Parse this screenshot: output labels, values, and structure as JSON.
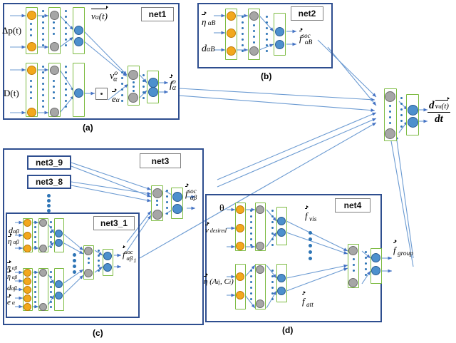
{
  "figure": {
    "title": "Neural network architecture diagram",
    "accent_blue_border": "#2E4E8F",
    "node_orange": "#F2A81D",
    "node_gray": "#A6A6A6",
    "node_blue": "#4D90CD",
    "layer_green": "#7DBB42",
    "wire_blue": "#4472C4"
  },
  "captions": {
    "a": "(a)",
    "b": "(b)",
    "c": "(c)",
    "d": "(d)"
  },
  "net1": {
    "tag": "net1",
    "inputs": [
      {
        "text": "Δp(t)"
      },
      {
        "text": "D(t)"
      }
    ],
    "intermediate_labels": [
      {
        "base": "v",
        "sub": "α",
        "arg": "(t)",
        "arrow": true
      },
      {
        "base": "v",
        "sub": "α",
        "sup": "o",
        "arrow": false
      },
      {
        "base": "e",
        "sub": "α",
        "arrow": true
      }
    ],
    "operator_box": "dot-product",
    "output": {
      "base": "f",
      "sub": "α",
      "sup": "o",
      "arrow": true
    }
  },
  "net2": {
    "tag": "net2",
    "inputs": [
      {
        "base": "η",
        "sub": "αB",
        "arrow": true
      },
      {
        "base": "d",
        "sub": "αB",
        "arrow": false
      }
    ],
    "output": {
      "base": "f",
      "sub": "αB",
      "sup": "soc",
      "arrow": true
    }
  },
  "net3": {
    "tag": "net3",
    "subnets": [
      {
        "tag": "net3_9"
      },
      {
        "tag": "net3_8"
      },
      {
        "tag": "net3_1"
      }
    ],
    "output": {
      "base": "f",
      "sub": "αβ",
      "sup": "soc",
      "arrow": true
    },
    "net3_1": {
      "tag": "net3_1",
      "inputs_top": [
        {
          "base": "d",
          "sub": "αβ",
          "arrow": false
        },
        {
          "base": "η",
          "sub": "αβ",
          "arrow": true
        }
      ],
      "inputs_bottom": [
        {
          "base": "η",
          "sub": "αβ",
          "arrow": true
        },
        {
          "base": "η",
          "sub": "αβ",
          "arrow": true
        },
        {
          "base": "d",
          "sub": "αβ",
          "arrow": false
        },
        {
          "base": "e",
          "sub": "α",
          "arrow": true
        }
      ],
      "output": {
        "base": "f",
        "sub": "αβ",
        "subsub": "1",
        "sup": "soc",
        "arrow": true
      }
    }
  },
  "net4": {
    "tag": "net4",
    "inputs": [
      {
        "text": "θ"
      },
      {
        "base": "v",
        "sub": "desired",
        "arrow": true
      },
      {
        "base": "η",
        "arg": "(A",
        "sub": "ij",
        "arg2": ", C",
        "sub2": "i",
        "arg3": ")",
        "arrow": true
      }
    ],
    "intermediate_labels": [
      {
        "base": "f",
        "sub": "vis",
        "arrow": true
      },
      {
        "base": "f",
        "sub": "att",
        "arrow": true
      }
    ],
    "output": {
      "base": "f",
      "sub": "group",
      "arrow": true
    }
  },
  "final": {
    "numerator_d": "d",
    "numerator_var": {
      "base": "v",
      "sub": "α",
      "arg": "(t)",
      "arrow": true
    },
    "denominator": "dt"
  }
}
